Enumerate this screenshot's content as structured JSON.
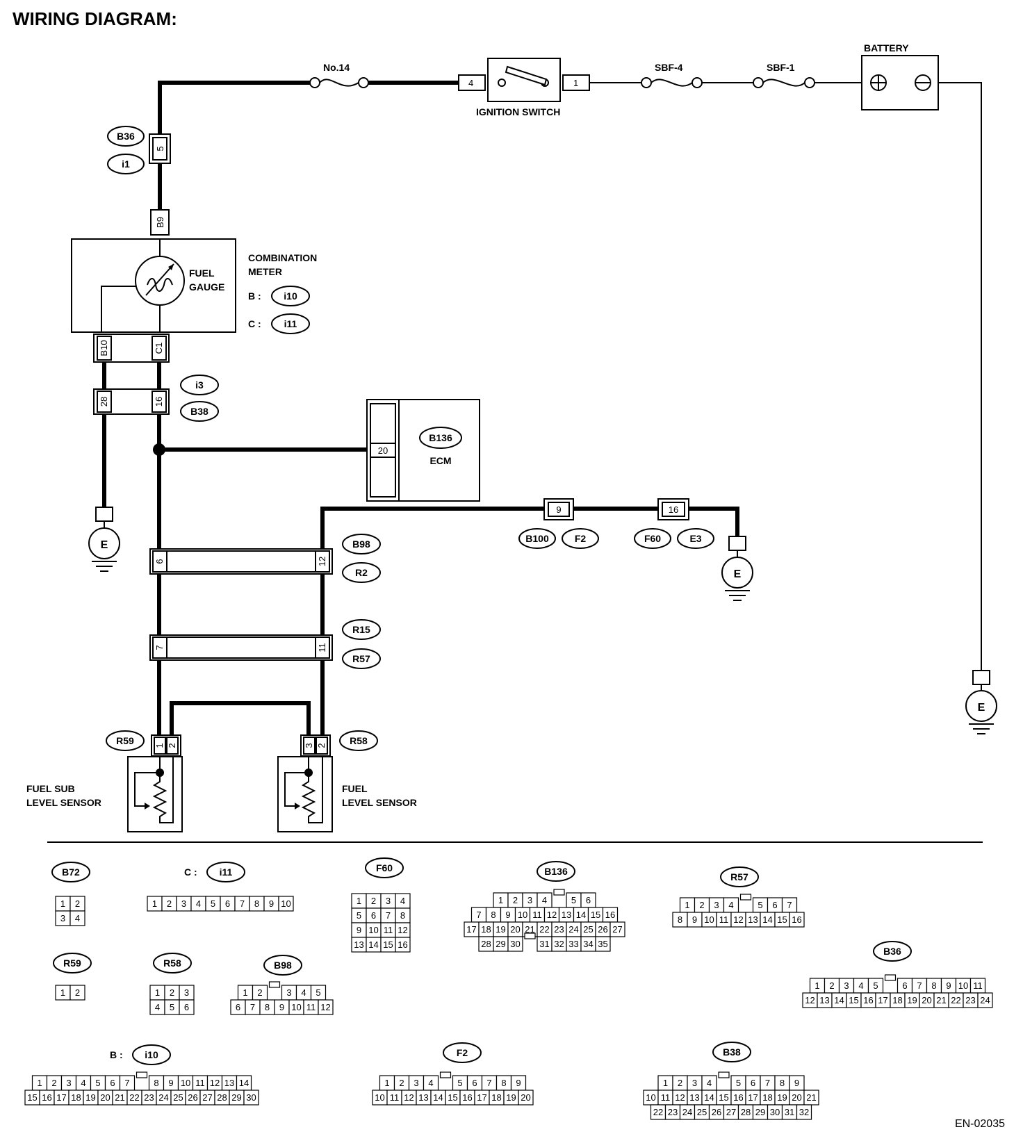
{
  "title": "WIRING DIAGRAM:",
  "figure_id": "EN-02035",
  "components": {
    "battery": "BATTERY",
    "battery_plus": "⊕",
    "battery_minus": "⊖",
    "fuse_no14": "No.14",
    "sbf4": "SBF-4",
    "sbf1": "SBF-1",
    "ignition_switch": "IGNITION SWITCH",
    "combination_meter": [
      "COMBINATION",
      "METER"
    ],
    "fuel_gauge": [
      "FUEL",
      "GAUGE"
    ],
    "ecm": "ECM",
    "fuel_sub_level_sensor": [
      "FUEL SUB",
      "LEVEL SENSOR"
    ],
    "fuel_level_sensor": [
      "FUEL",
      "LEVEL SENSOR"
    ],
    "ground": "E",
    "meter_b_prefix": "B :",
    "meter_c_prefix": "C :"
  },
  "terminals": {
    "ign_4": "4",
    "ign_1": "1",
    "b36_5": "5",
    "meter_b9": "B9",
    "meter_b10": "B10",
    "meter_c1": "C1",
    "i3_28": "28",
    "i3_16": "16",
    "ecm_20": "20",
    "b98_6": "6",
    "b98_12": "12",
    "r15_7": "7",
    "r15_11": "11",
    "b100_9": "9",
    "f60_16": "16",
    "r59_1": "1",
    "r59_2": "2",
    "r58_3": "3",
    "r58_2": "2"
  },
  "connector_tags": {
    "b36": "B36",
    "i1": "i1",
    "b72": "B72",
    "i10": "i10",
    "i11": "i11",
    "i3": "i3",
    "b38": "B38",
    "b136": "B136",
    "b100": "B100",
    "f2": "F2",
    "f60": "F60",
    "e3": "E3",
    "b98": "B98",
    "r2": "R2",
    "r15": "R15",
    "r57": "R57",
    "r59": "R59",
    "r58": "R58"
  },
  "connector_faces": [
    {
      "tag": "B72",
      "rows": [
        [
          "1",
          "2"
        ],
        [
          "3",
          "4"
        ]
      ]
    },
    {
      "tag": "i11",
      "prefix": "C :",
      "rows": [
        [
          "1",
          "2",
          "3",
          "4",
          "5",
          "6",
          "7",
          "8",
          "9",
          "10"
        ]
      ]
    },
    {
      "tag": "F60",
      "rows": [
        [
          "1",
          "2",
          "3",
          "4"
        ],
        [
          "5",
          "6",
          "7",
          "8"
        ],
        [
          "9",
          "10",
          "11",
          "12"
        ],
        [
          "13",
          "14",
          "15",
          "16"
        ]
      ]
    },
    {
      "tag": "B136",
      "rows": [
        [
          "1",
          "2",
          "3",
          "4",
          "",
          "5",
          "6"
        ],
        [
          "7",
          "8",
          "9",
          "10",
          "11",
          "12",
          "13",
          "14",
          "15",
          "16"
        ],
        [
          "17",
          "18",
          "19",
          "20",
          "21",
          "22",
          "23",
          "24",
          "25",
          "26",
          "27"
        ],
        [
          "28",
          "29",
          "30",
          "",
          "31",
          "32",
          "33",
          "34",
          "35"
        ]
      ]
    },
    {
      "tag": "R57",
      "rows": [
        [
          "1",
          "2",
          "3",
          "4",
          "",
          "5",
          "6",
          "7"
        ],
        [
          "8",
          "9",
          "10",
          "11",
          "12",
          "13",
          "14",
          "15",
          "16"
        ]
      ]
    },
    {
      "tag": "R59",
      "rows": [
        [
          "1",
          "2"
        ]
      ]
    },
    {
      "tag": "R58",
      "rows": [
        [
          "1",
          "2",
          "3"
        ],
        [
          "4",
          "5",
          "6"
        ]
      ]
    },
    {
      "tag": "B98",
      "rows": [
        [
          "1",
          "2",
          "",
          "3",
          "4",
          "5"
        ],
        [
          "6",
          "7",
          "8",
          "9",
          "10",
          "11",
          "12"
        ]
      ]
    },
    {
      "tag": "B36",
      "rows": [
        [
          "1",
          "2",
          "3",
          "4",
          "5",
          "",
          "6",
          "7",
          "8",
          "9",
          "10",
          "11"
        ],
        [
          "12",
          "13",
          "14",
          "15",
          "16",
          "17",
          "18",
          "19",
          "20",
          "21",
          "22",
          "23",
          "24"
        ]
      ]
    },
    {
      "tag": "i10",
      "prefix": "B :",
      "rows": [
        [
          "1",
          "2",
          "3",
          "4",
          "5",
          "6",
          "7",
          "",
          "8",
          "9",
          "10",
          "11",
          "12",
          "13",
          "14"
        ],
        [
          "15",
          "16",
          "17",
          "18",
          "19",
          "20",
          "21",
          "22",
          "23",
          "24",
          "25",
          "26",
          "27",
          "28",
          "29",
          "30"
        ]
      ]
    },
    {
      "tag": "F2",
      "rows": [
        [
          "1",
          "2",
          "3",
          "4",
          "",
          "5",
          "6",
          "7",
          "8",
          "9"
        ],
        [
          "10",
          "11",
          "12",
          "13",
          "14",
          "15",
          "16",
          "17",
          "18",
          "19",
          "20"
        ]
      ]
    },
    {
      "tag": "B38",
      "rows": [
        [
          "1",
          "2",
          "3",
          "4",
          "",
          "5",
          "6",
          "7",
          "8",
          "9"
        ],
        [
          "10",
          "11",
          "12",
          "13",
          "14",
          "15",
          "16",
          "17",
          "18",
          "19",
          "20",
          "21"
        ],
        [
          "22",
          "23",
          "24",
          "25",
          "26",
          "27",
          "28",
          "29",
          "30",
          "31",
          "32"
        ]
      ]
    }
  ]
}
